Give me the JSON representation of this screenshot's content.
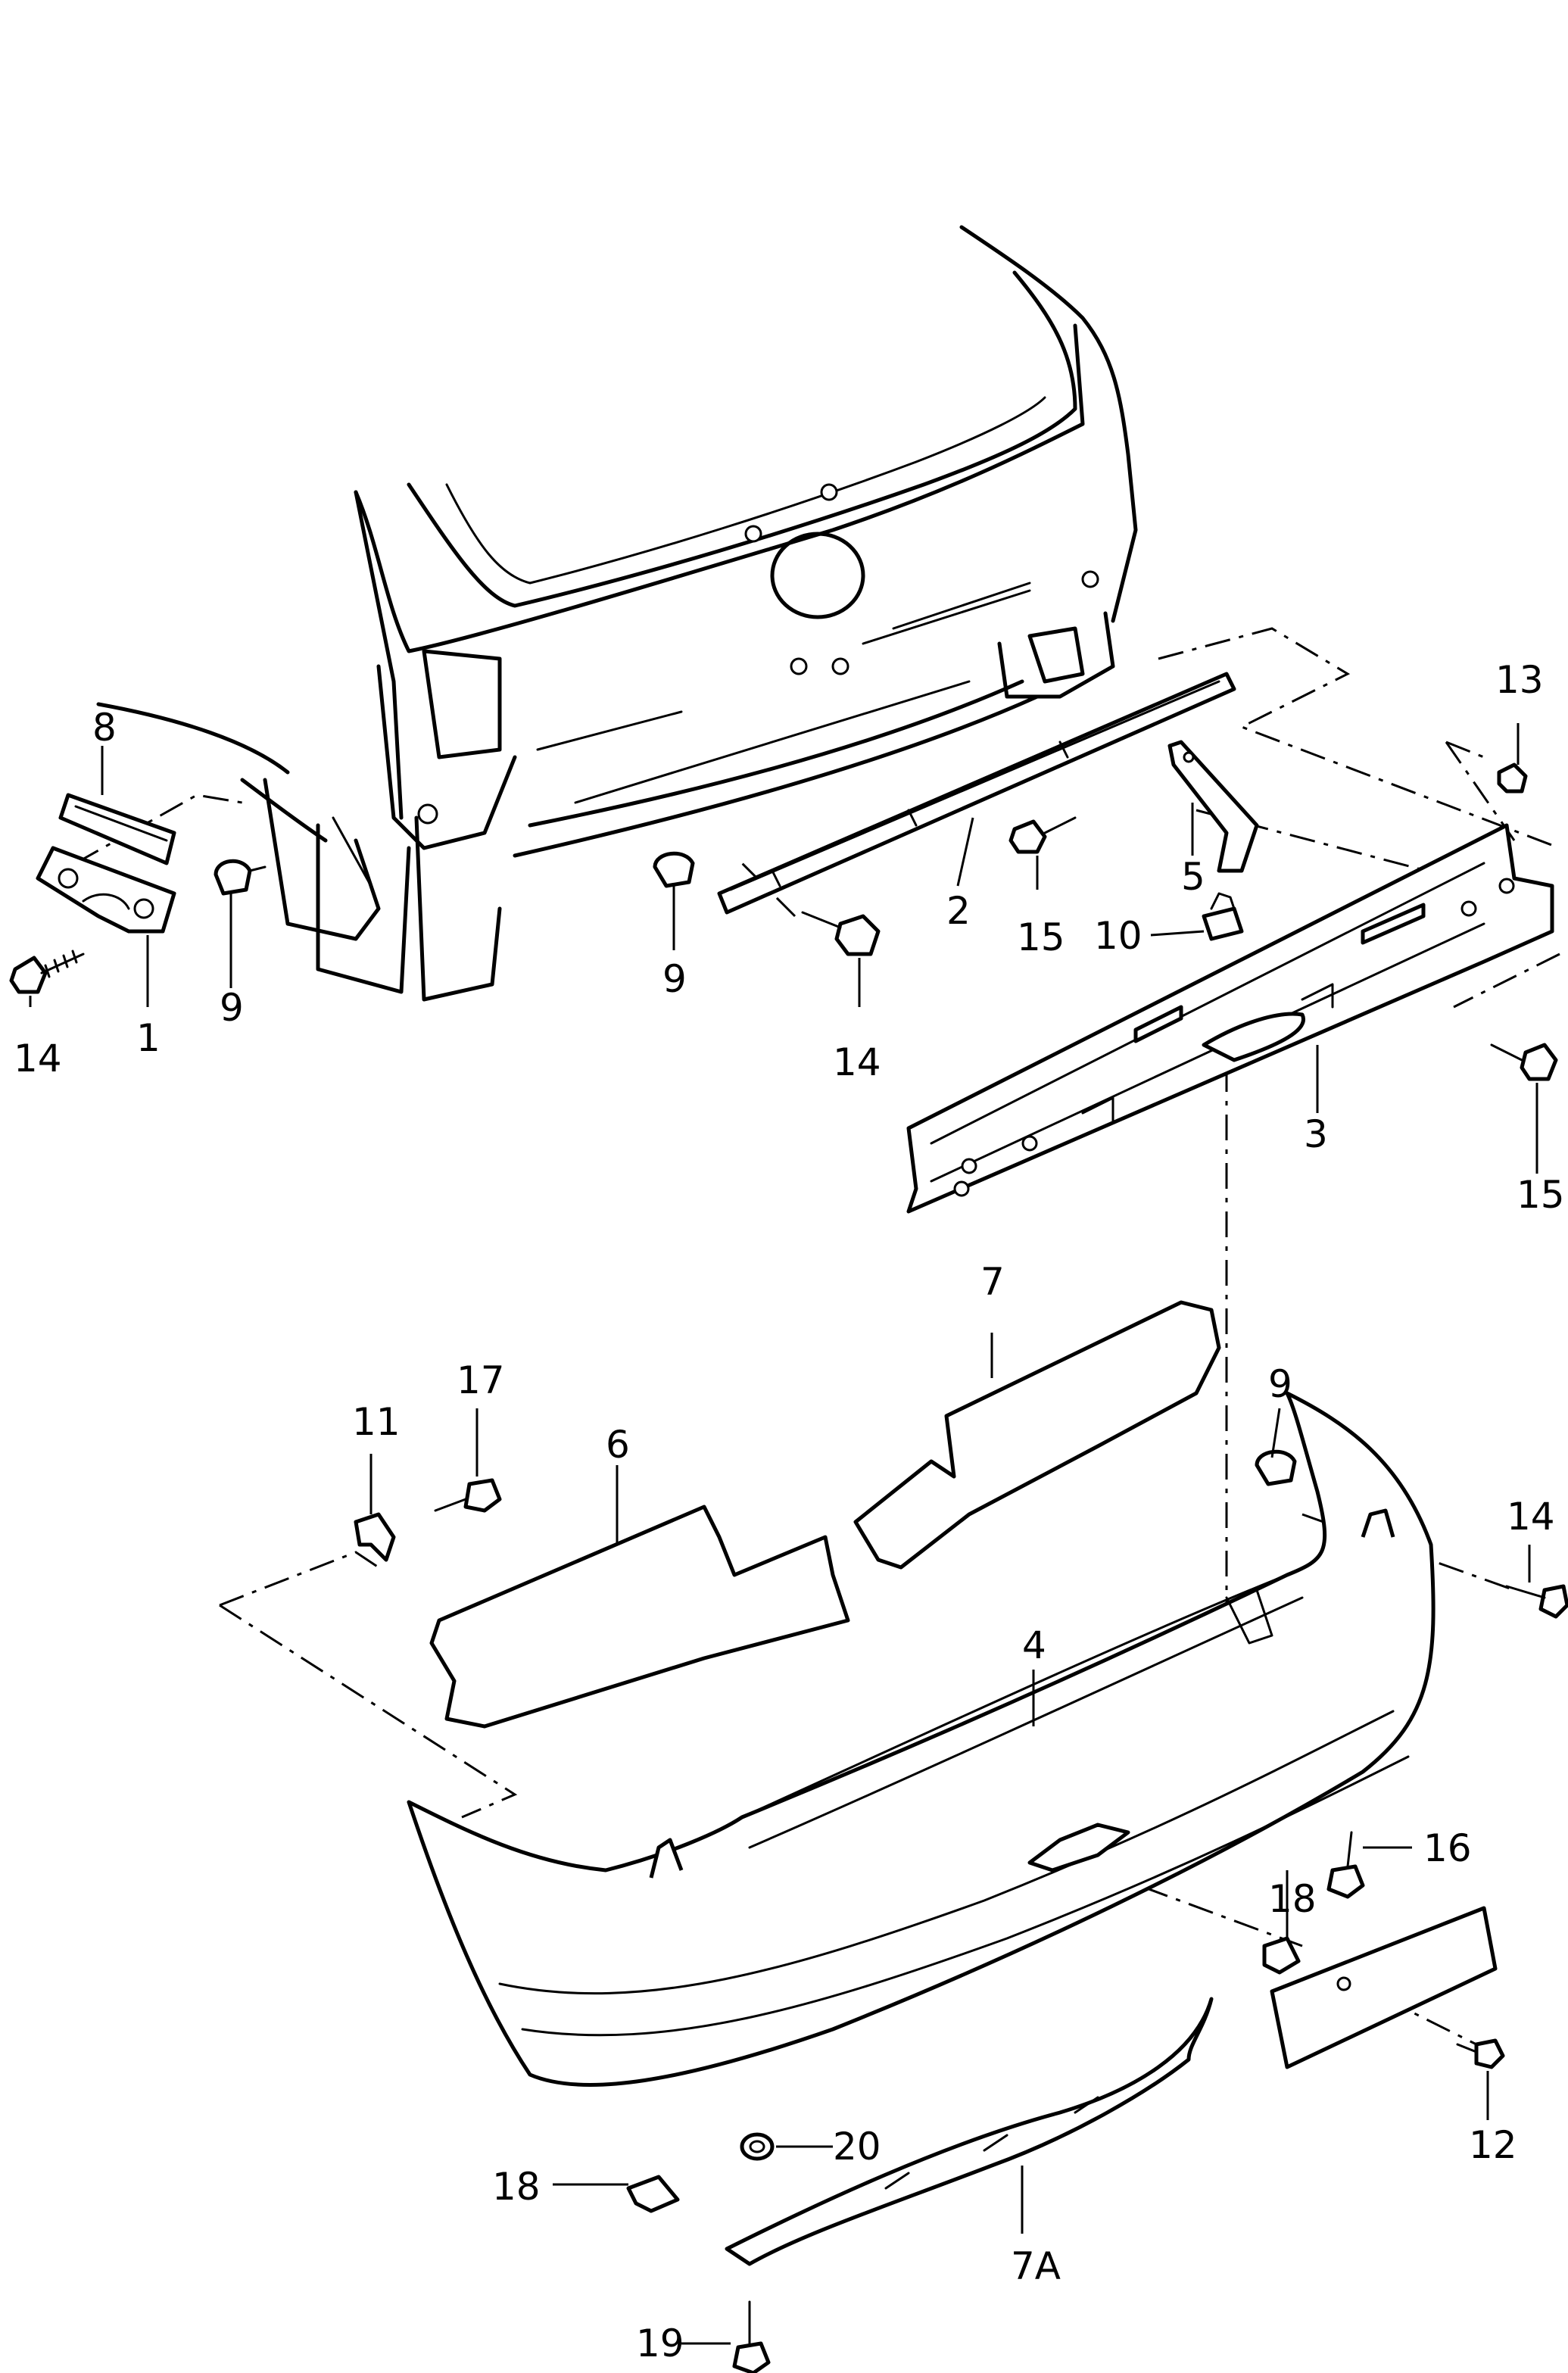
{
  "callouts": {
    "c1": "1",
    "c2": "2",
    "c3": "3",
    "c4": "4",
    "c5": "5",
    "c6": "6",
    "c7": "7",
    "c7a": "7A",
    "c8": "8",
    "c9a": "9",
    "c9b": "9",
    "c9c": "9",
    "c10": "10",
    "c11": "11",
    "c12": "12",
    "c13": "13",
    "c14a": "14",
    "c14b": "14",
    "c14c": "14",
    "c15a": "15",
    "c15b": "15",
    "c16": "16",
    "c17": "17",
    "c18a": "18",
    "c18b": "18",
    "c19": "19",
    "c20": "20"
  }
}
